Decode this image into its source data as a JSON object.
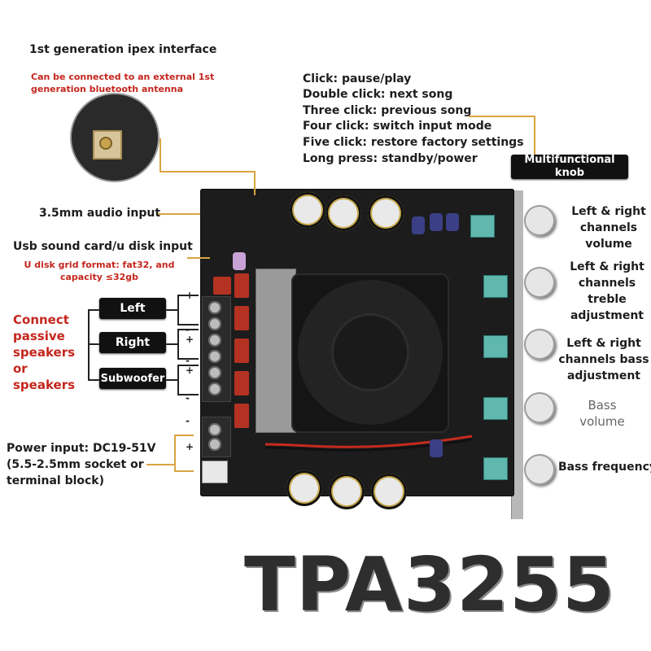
{
  "labels": {
    "ipex_title": "1st generation ipex interface",
    "ipex_note": "Can be connected to an external 1st generation bluetooth antenna",
    "click_lines": [
      "Click: pause/play",
      "Double click: next song",
      "Three click: previous song",
      "Four click: switch input mode",
      "Five click: restore factory settings",
      "Long press: standby/power"
    ],
    "multifunctional_knob": "Multifunctional knob",
    "audio_input": "3.5mm audio input",
    "usb_input": "Usb sound card/u disk input",
    "usb_note": "U disk grid format: fat32, and capacity ≤32gb",
    "connect_speakers": "Connect passive speakers or speakers",
    "tag_left": "Left",
    "tag_right": "Right",
    "tag_subwoofer": "Subwoofer",
    "power_input": "Power input: DC19-51V (5.5-2.5mm socket or terminal block)",
    "volume": "Left & right channels volume",
    "treble": "Left & right channels treble adjustment",
    "bass_adj": "Left & right channels bass adjustment",
    "bass_volume": "Bass volume",
    "bass_frequency": "Bass frequency",
    "product_title": "TPA3255"
  },
  "polarity": [
    "+",
    "-",
    "+",
    "-",
    "+",
    "-",
    "-",
    "+"
  ],
  "colors": {
    "accent_red": "#c4261d",
    "leader_line": "#d9a441",
    "board": "#1c1c1d",
    "tag_bg": "#111111"
  }
}
